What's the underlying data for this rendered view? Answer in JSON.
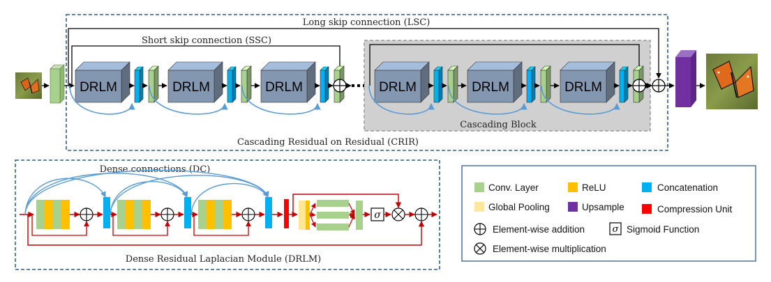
{
  "top_panel": {
    "lsc_label": "Long skip connection (LSC)",
    "ssc_label": "Short skip connection (SSC)",
    "crir_label": "Cascading Residual on Residual (CRIR)",
    "cascading_block_label": "Cascading Block",
    "module_label": "DRLM"
  },
  "bottom_panel": {
    "dc_label": "Dense connections (DC)",
    "drlm_label": "Dense Residual Laplacian Module (DRLM)"
  },
  "legend": {
    "conv": "Conv. Layer",
    "relu": "ReLU",
    "concat": "Concatenation",
    "global_pool": "Global Pooling",
    "upsample": "Upsample",
    "compression": "Compression Unit",
    "add": "Element-wise addition",
    "sigmoid": "Sigmoid Function",
    "mult": "Element-wise multiplication",
    "sigma_symbol": "σ"
  },
  "colors": {
    "conv": "#a9d18e",
    "relu": "#ffc000",
    "concat": "#00b0f0",
    "global_pool": "#ffe699",
    "upsample": "#7030a0",
    "compression": "#ff0000",
    "drlm_box": "#8497b0",
    "skip_arrow": "#5b9bd5",
    "dense_arrow": "#c00000"
  }
}
